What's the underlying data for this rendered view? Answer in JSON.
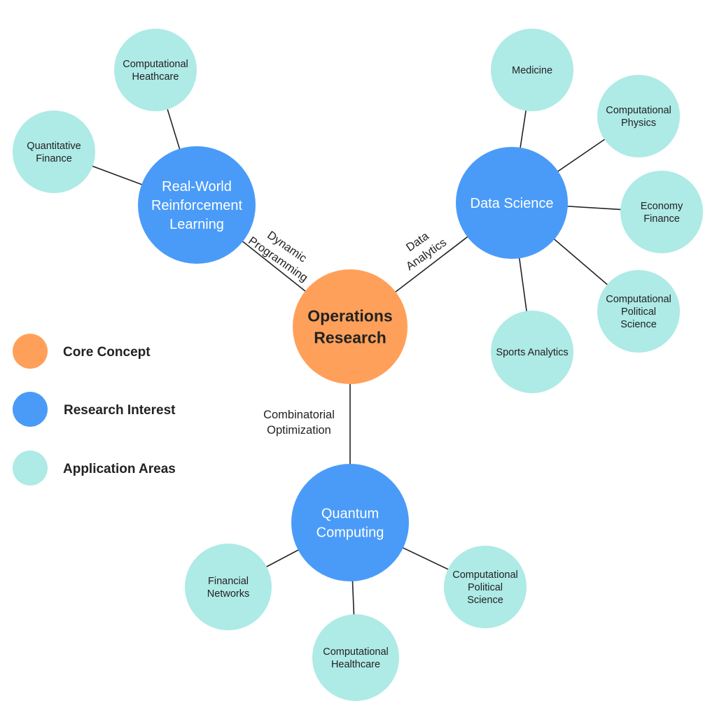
{
  "colors": {
    "core": "#FFA05A",
    "interest": "#4A9BF8",
    "application": "#AEEAE6",
    "edge": "#222222"
  },
  "core": {
    "lines": [
      "Operations",
      "Research"
    ]
  },
  "interests": [
    {
      "id": "rl",
      "lines": [
        "Real-World",
        "Reinforcement",
        "Learning"
      ]
    },
    {
      "id": "ds",
      "lines": [
        "Data Science"
      ]
    },
    {
      "id": "qc",
      "lines": [
        "Quantum",
        "Computing"
      ]
    }
  ],
  "applications": [
    {
      "parent": "rl",
      "lines": [
        "Computational",
        "Heathcare"
      ]
    },
    {
      "parent": "rl",
      "lines": [
        "Quantitative",
        "Finance"
      ]
    },
    {
      "parent": "ds",
      "lines": [
        "Medicine"
      ]
    },
    {
      "parent": "ds",
      "lines": [
        "Computational",
        "Physics"
      ]
    },
    {
      "parent": "ds",
      "lines": [
        "Economy",
        "Finance"
      ]
    },
    {
      "parent": "ds",
      "lines": [
        "Computational",
        "Political",
        "Science"
      ]
    },
    {
      "parent": "ds",
      "lines": [
        "Sports Analytics"
      ]
    },
    {
      "parent": "qc",
      "lines": [
        "Financial",
        "Networks"
      ]
    },
    {
      "parent": "qc",
      "lines": [
        "Computational",
        "Healthcare"
      ]
    },
    {
      "parent": "qc",
      "lines": [
        "Computational",
        "Political",
        "Science"
      ]
    }
  ],
  "edge_labels": [
    {
      "target": "rl",
      "lines": [
        "Dynamic",
        "Programming"
      ]
    },
    {
      "target": "ds",
      "lines": [
        "Data",
        "Analytics"
      ]
    },
    {
      "target": "qc",
      "lines": [
        "Combinatorial",
        "Optimization"
      ]
    }
  ],
  "legend": [
    {
      "kind": "core",
      "label": "Core Concept"
    },
    {
      "kind": "interest",
      "label": "Research Interest"
    },
    {
      "kind": "application",
      "label": "Application Areas"
    }
  ]
}
